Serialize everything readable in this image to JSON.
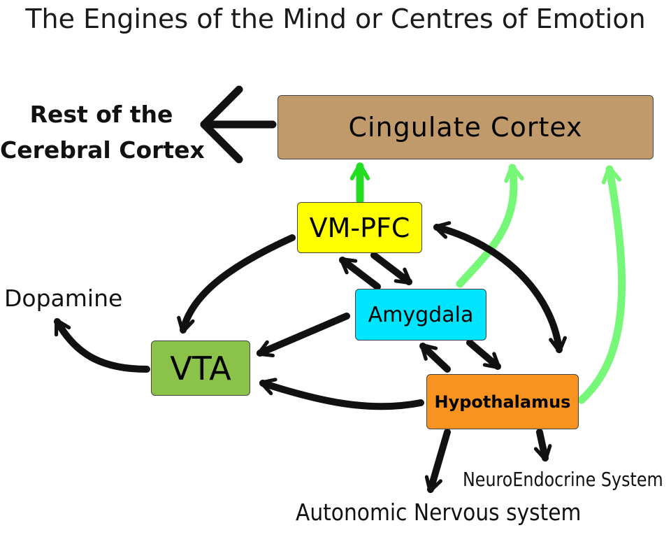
{
  "title": "The Engines of the Mind or Centres of Emotion",
  "nodes": {
    "cingulate": "Cingulate Cortex",
    "vmpfc": "VM-PFC",
    "amygdala": "Amygdala",
    "vta": "VTA",
    "hypothalamus": "Hypothalamus"
  },
  "labels": {
    "rest_line1": "Rest of the",
    "rest_line2": "Cerebral Cortex",
    "dopamine": "Dopamine",
    "neuroendocrine": "NeuroEndocrine System",
    "autonomic": "Autonomic Nervous system"
  },
  "colors": {
    "cingulate": "#c19a6b",
    "vmpfc": "#ffff00",
    "amygdala": "#00e5ff",
    "vta": "#8bc34a",
    "hypothalamus": "#f7931e",
    "arrow_black": "#111111",
    "arrow_green": "#22dd22",
    "arrow_light_green": "#77f777"
  },
  "edges": [
    {
      "from": "cingulate",
      "to": "rest-of-cerebral-cortex",
      "color": "black"
    },
    {
      "from": "vmpfc",
      "to": "cingulate",
      "color": "green"
    },
    {
      "from": "amygdala",
      "to": "cingulate",
      "color": "light-green"
    },
    {
      "from": "hypothalamus",
      "to": "cingulate",
      "color": "light-green"
    },
    {
      "from": "vmpfc",
      "to": "amygdala",
      "color": "black",
      "bidirectional": true
    },
    {
      "from": "vmpfc",
      "to": "hypothalamus",
      "color": "black",
      "bidirectional": true
    },
    {
      "from": "vmpfc",
      "to": "vta",
      "color": "black"
    },
    {
      "from": "amygdala",
      "to": "vta",
      "color": "black"
    },
    {
      "from": "amygdala",
      "to": "hypothalamus",
      "color": "black",
      "bidirectional": true
    },
    {
      "from": "hypothalamus",
      "to": "vta",
      "color": "black"
    },
    {
      "from": "vta",
      "to": "dopamine",
      "color": "black"
    },
    {
      "from": "hypothalamus",
      "to": "neuroendocrine-system",
      "color": "black"
    },
    {
      "from": "hypothalamus",
      "to": "autonomic-nervous-system",
      "color": "black"
    }
  ]
}
